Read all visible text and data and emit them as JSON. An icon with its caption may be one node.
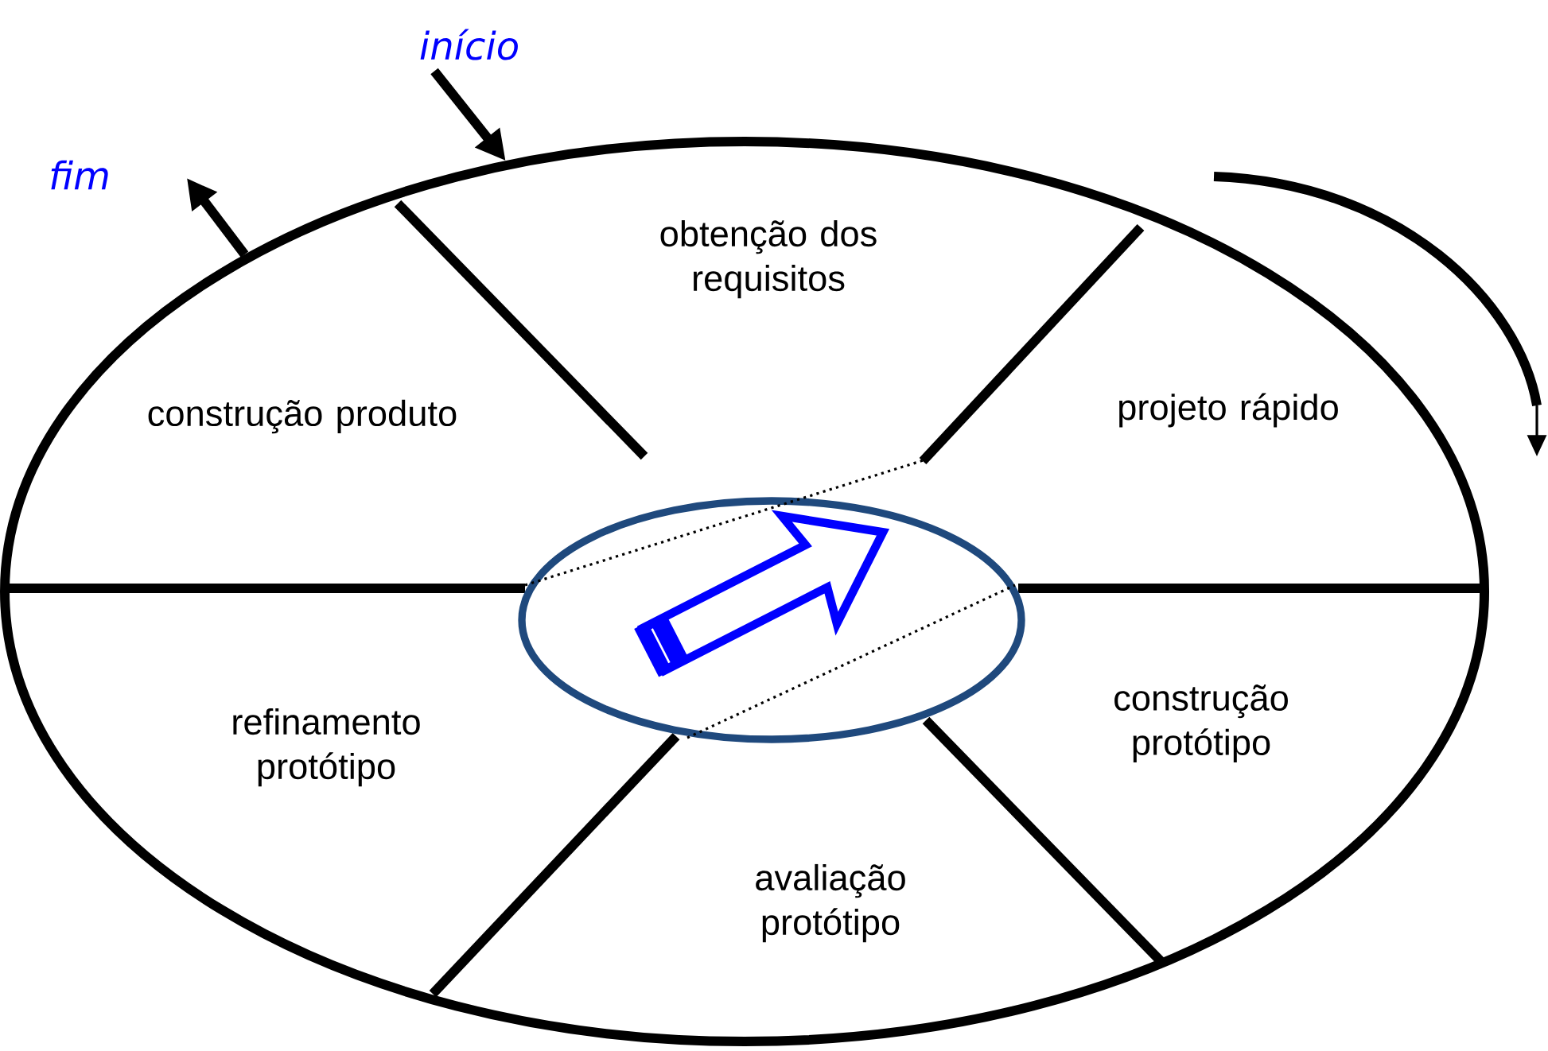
{
  "diagram": {
    "nodes": [
      {
        "text": [],
        "shape": "ellipse"
      },
      {
        "text": [
          "obtenção dos requisitos"
        ],
        "in": 0
      },
      {
        "text": [
          "projeto rápido"
        ],
        "in": 0
      },
      {
        "text": [
          "construção protótipo"
        ],
        "in": 0
      },
      {
        "text": [
          "avaliação protótipo"
        ],
        "in": 0
      },
      {
        "text": [
          "refinamento protótipo"
        ],
        "in": 0
      },
      {
        "text": [
          "construção produto"
        ],
        "in": 0
      },
      {
        "text": [],
        "shape": "ellipse",
        "in": 0
      },
      {
        "text": [
          "início"
        ]
      },
      {
        "text": [
          "fim"
        ]
      }
    ],
    "edges": [
      {
        "from": 8,
        "to": 0,
        "arrow": "to"
      },
      {
        "from": 0,
        "to": 9,
        "arrow": "to"
      }
    ]
  }
}
